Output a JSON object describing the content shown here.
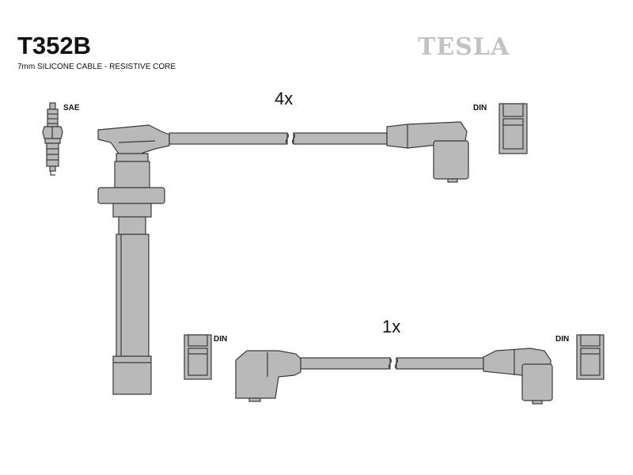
{
  "header": {
    "part_number": "T352B",
    "subtitle": "7mm SILICONE CABLE - RESISTIVE CORE",
    "brand": "TESLA"
  },
  "labels": {
    "sae": "SAE",
    "din_top": "DIN",
    "din_bottom_left": "DIN",
    "din_bottom_right": "DIN"
  },
  "quantities": {
    "upper_cable": "4x",
    "lower_cable": "1x"
  },
  "colors": {
    "part_fill": "#b9b9b9",
    "part_stroke": "#3a3a3a",
    "brand": "#c2c2c2"
  }
}
